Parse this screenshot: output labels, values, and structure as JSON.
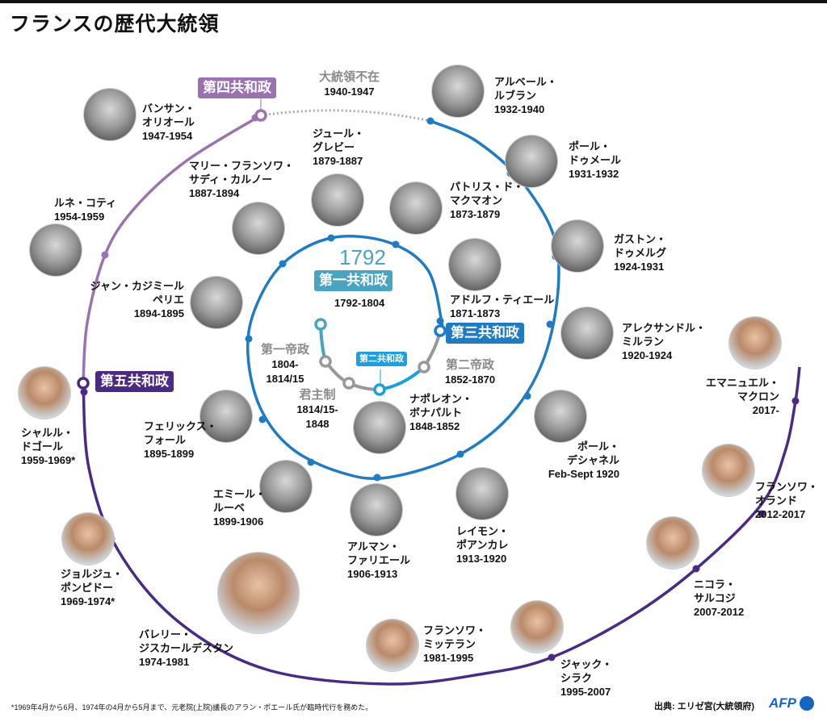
{
  "title": "フランスの歴代大統領",
  "colors": {
    "blue": "#1f7cc4",
    "purple_light": "#9b72b0",
    "purple_dark": "#4b2a83",
    "teal": "#4aa3c0",
    "bright_blue": "#1aa0e0",
    "grey": "#8a8a8a"
  },
  "regimes": {
    "first_republic": {
      "label": "第一共和政",
      "year": "1792",
      "years": "1792-1804"
    },
    "first_empire": {
      "label": "第一帝政",
      "years": "1804-",
      "years2": "1814/15"
    },
    "monarchy": {
      "label": "君主制",
      "years": "1814/15-",
      "years2": "1848"
    },
    "second_republic": {
      "label": "第二共和政"
    },
    "second_empire": {
      "label": "第二帝政",
      "years": "1852-1870"
    },
    "third_republic": {
      "label": "第三共和政"
    },
    "vacancy": {
      "label": "大統領不在",
      "years": "1940-1947"
    },
    "fourth_republic": {
      "label": "第四共和政"
    },
    "fifth_republic": {
      "label": "第五共和政"
    }
  },
  "presidents": [
    {
      "line1": "アルベール・",
      "line2": "ルブラン",
      "years": "1932-1940"
    },
    {
      "line1": "ポール・",
      "line2": "ドゥメール",
      "years": "1931-1932"
    },
    {
      "line1": "ガストン・",
      "line2": "ドゥメルグ",
      "years": "1924-1931"
    },
    {
      "line1": "アレクサンドル・",
      "line2": "ミルラン",
      "years": "1920-1924"
    },
    {
      "line1": "ポール・",
      "line2": "デシャネル",
      "years": "Feb-Sept 1920"
    },
    {
      "line1": "レイモン・",
      "line2": "ポアンカレ",
      "years": "1913-1920"
    },
    {
      "line1": "アルマン・",
      "line2": "ファリエール",
      "years": "1906-1913"
    },
    {
      "line1": "エミール・",
      "line2": "ルーベ",
      "years": "1899-1906"
    },
    {
      "line1": "フェリックス・",
      "line2": "フォール",
      "years": "1895-1899"
    },
    {
      "line1": "ジャン・カジミール",
      "line2": "ペリエ",
      "years": "1894-1895"
    },
    {
      "line1": "マリー・フランソワ・",
      "line2": "サディ・カルノー",
      "years": "1887-1894"
    },
    {
      "line1": "ジュール・",
      "line2": "グレビー",
      "years": "1879-1887"
    },
    {
      "line1": "パトリス・ド・",
      "line2": "マクマオン",
      "years": "1873-1879"
    },
    {
      "line1": "アドルフ・ティエール",
      "line2": "",
      "years": "1871-1873"
    },
    {
      "line1": "ナポレオン・",
      "line2": "ボナパルト",
      "years": "1848-1852"
    },
    {
      "line1": "バンサン・",
      "line2": "オリオール",
      "years": "1947-1954"
    },
    {
      "line1": "ルネ・コティ",
      "line2": "",
      "years": "1954-1959"
    },
    {
      "line1": "シャルル・",
      "line2": "ドゴール",
      "years": "1959-1969*"
    },
    {
      "line1": "ジョルジュ・",
      "line2": "ポンピドー",
      "years": "1969-1974*"
    },
    {
      "line1": "バレリー・",
      "line2": "ジスカールデスタン",
      "years": "1974-1981"
    },
    {
      "line1": "フランソワ・",
      "line2": "ミッテラン",
      "years": "1981-1995"
    },
    {
      "line1": "ジャック・",
      "line2": "シラク",
      "years": "1995-2007"
    },
    {
      "line1": "ニコラ・",
      "line2": "サルコジ",
      "years": "2007-2012"
    },
    {
      "line1": "フランソワ・",
      "line2": "オランド",
      "years": "2012-2017"
    },
    {
      "line1": "エマニュエル・",
      "line2": "マクロン",
      "years": "2017-"
    }
  ],
  "footnote": "*1969年4月から6月、1974年の4月から5月まで、元老院(上院)議長のアラン・ポエール氏が臨時代行を務めた。",
  "source": "出典: エリゼ宮(大統領府)",
  "logo": "AFP"
}
